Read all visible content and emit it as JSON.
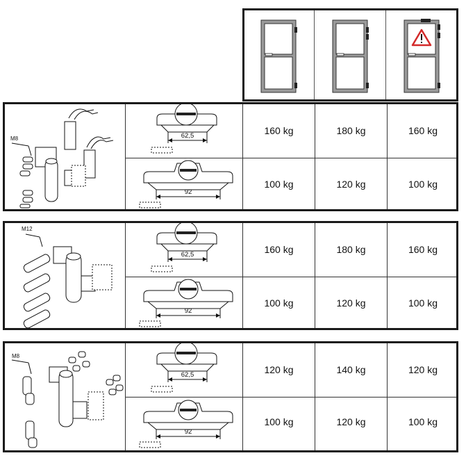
{
  "groups": [
    {
      "screw_label": "M8",
      "rows": [
        {
          "dimension": "62,5",
          "values": [
            "160 kg",
            "180 kg",
            "160 kg"
          ]
        },
        {
          "dimension": "92",
          "values": [
            "100 kg",
            "120 kg",
            "100 kg"
          ]
        }
      ]
    },
    {
      "screw_label": "M12",
      "rows": [
        {
          "dimension": "62,5",
          "values": [
            "160 kg",
            "180 kg",
            "160 kg"
          ]
        },
        {
          "dimension": "92",
          "values": [
            "100 kg",
            "120 kg",
            "100 kg"
          ]
        }
      ]
    },
    {
      "screw_label": "M8",
      "rows": [
        {
          "dimension": "62,5",
          "values": [
            "120 kg",
            "140 kg",
            "120 kg"
          ]
        },
        {
          "dimension": "92",
          "values": [
            "100 kg",
            "120 kg",
            "100 kg"
          ]
        }
      ]
    }
  ],
  "colors": {
    "border": "#1a1a1a",
    "frame": "#9a9a9a",
    "warning": "#d32a2a"
  }
}
